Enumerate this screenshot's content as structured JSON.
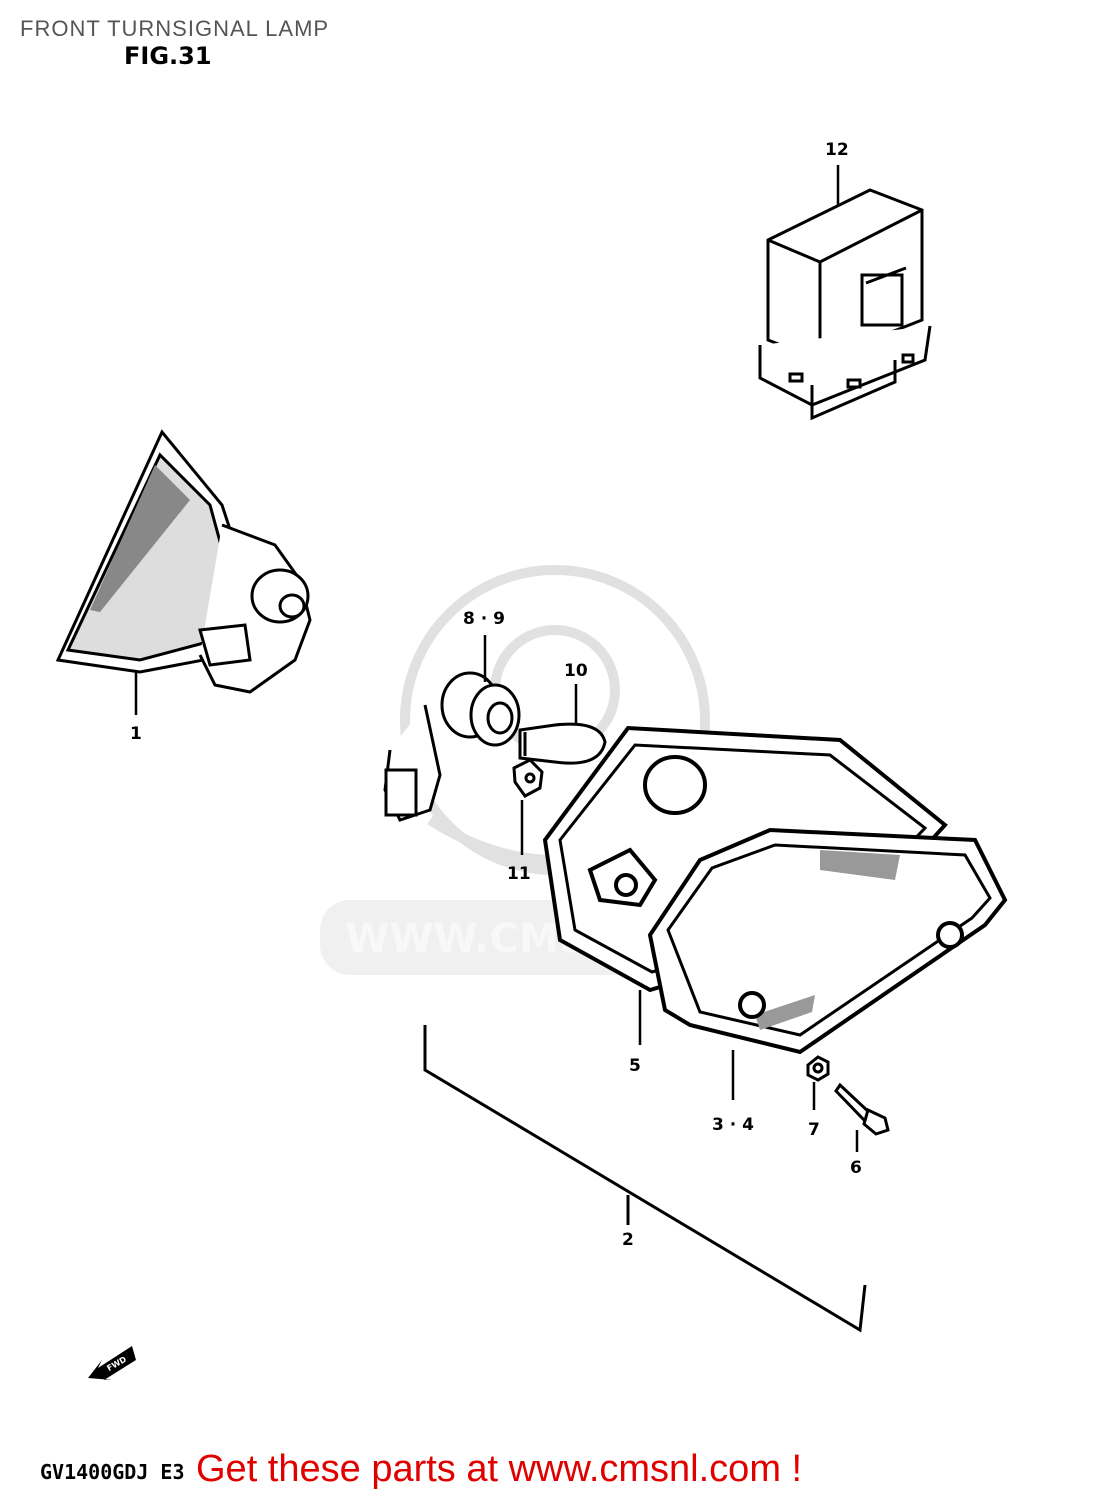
{
  "header": {
    "title": "FRONT TURNSIGNAL LAMP",
    "figure": "FIG.31"
  },
  "watermark": {
    "url_text": "WWW.CMSNL.COM"
  },
  "callouts": {
    "part_1": "1",
    "part_2": "2",
    "part_3_4": "3 · 4",
    "part_5": "5",
    "part_6": "6",
    "part_7": "7",
    "part_8_9": "8 · 9",
    "part_10": "10",
    "part_11": "11",
    "part_12": "12"
  },
  "fwd_arrow": {
    "label": "FWD"
  },
  "footer": {
    "model_code": "GV1400GDJ  E3",
    "cta": "Get these parts at www.cmsnl.com !",
    "cta_color": "#e00000"
  }
}
